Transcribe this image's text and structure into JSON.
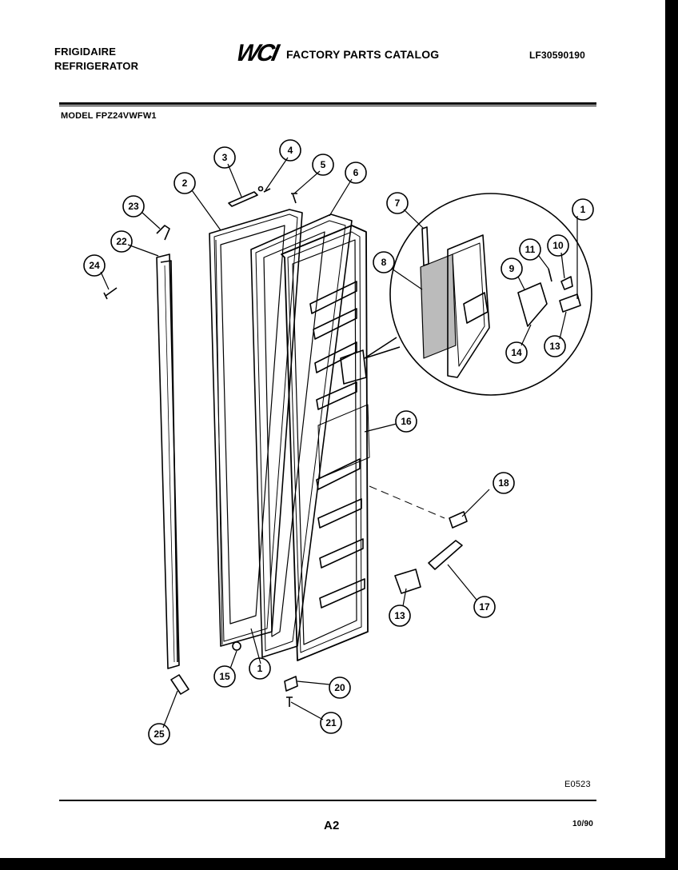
{
  "header": {
    "brand_line1": "FRIGIDAIRE",
    "brand_line2": "REFRIGERATOR",
    "logo": "WCI",
    "catalog_title": "FACTORY PARTS CATALOG",
    "document_number": "LF30590190",
    "model": "MODEL FPZ24VWFW1"
  },
  "callouts": [
    {
      "id": "c3",
      "label": "3"
    },
    {
      "id": "c4",
      "label": "4"
    },
    {
      "id": "c5",
      "label": "5"
    },
    {
      "id": "c6",
      "label": "6"
    },
    {
      "id": "c2",
      "label": "2"
    },
    {
      "id": "c23",
      "label": "23"
    },
    {
      "id": "c22",
      "label": "22"
    },
    {
      "id": "c24",
      "label": "24"
    },
    {
      "id": "c7",
      "label": "7"
    },
    {
      "id": "c1a",
      "label": "1"
    },
    {
      "id": "c8",
      "label": "8"
    },
    {
      "id": "c11",
      "label": "11"
    },
    {
      "id": "c10",
      "label": "10"
    },
    {
      "id": "c9",
      "label": "9"
    },
    {
      "id": "c14",
      "label": "14"
    },
    {
      "id": "c13a",
      "label": "13"
    },
    {
      "id": "c16",
      "label": "16"
    },
    {
      "id": "c18",
      "label": "18"
    },
    {
      "id": "c17",
      "label": "17"
    },
    {
      "id": "c13b",
      "label": "13"
    },
    {
      "id": "c15",
      "label": "15"
    },
    {
      "id": "c1b",
      "label": "1"
    },
    {
      "id": "c20",
      "label": "20"
    },
    {
      "id": "c21",
      "label": "21"
    },
    {
      "id": "c25",
      "label": "25"
    }
  ],
  "footer": {
    "illustration_code": "E0523",
    "page": "A2",
    "date": "10/90"
  }
}
